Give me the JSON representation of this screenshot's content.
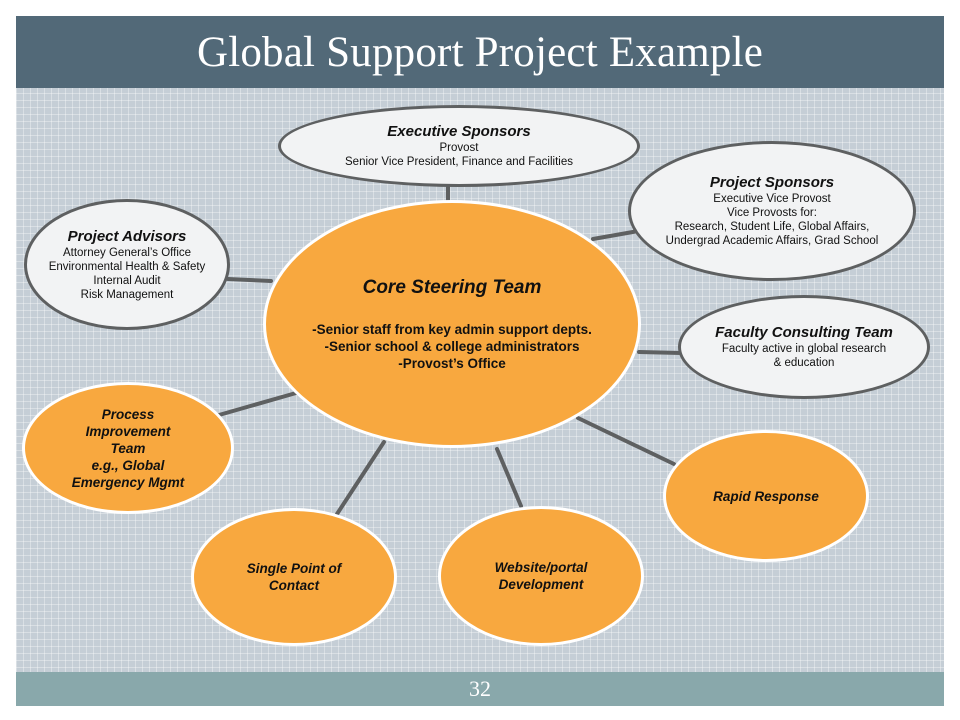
{
  "slide": {
    "title": "Global Support Project Example",
    "page_number": "32"
  },
  "colors": {
    "title_bar": "#526978",
    "footer_bar": "#89a8ab",
    "background": "#c5ced6",
    "orange_node": "#f8a83f",
    "gray_node_fill": "#f2f3f4",
    "gray_node_border": "#5e6061",
    "connector": "#5e6061"
  },
  "core": {
    "title": "Core Steering Team",
    "lines": [
      "-Senior staff from key admin support depts.",
      "-Senior school & college administrators",
      "-Provost’s Office"
    ]
  },
  "executive_sponsors": {
    "title": "Executive Sponsors",
    "lines": [
      "Provost",
      "Senior Vice President, Finance and Facilities"
    ]
  },
  "project_sponsors": {
    "title": "Project Sponsors",
    "lines": [
      "Executive Vice Provost",
      "Vice Provosts for:",
      "Research, Student Life, Global Affairs,",
      "Undergrad Academic Affairs, Grad School"
    ]
  },
  "project_advisors": {
    "title": "Project Advisors",
    "lines": [
      "Attorney General’s Office",
      "Environmental Health & Safety",
      "Internal Audit",
      "Risk Management"
    ]
  },
  "faculty_consulting": {
    "title": "Faculty Consulting Team",
    "lines": [
      "Faculty active in global research",
      "& education"
    ]
  },
  "process_improvement": {
    "lines": [
      "Process",
      "Improvement",
      "Team",
      "e.g., Global",
      "Emergency Mgmt"
    ]
  },
  "rapid_response": {
    "lines": [
      "Rapid Response"
    ]
  },
  "single_point": {
    "lines": [
      "Single Point of",
      "Contact"
    ]
  },
  "website_portal": {
    "lines": [
      "Website/portal",
      "Development"
    ]
  }
}
